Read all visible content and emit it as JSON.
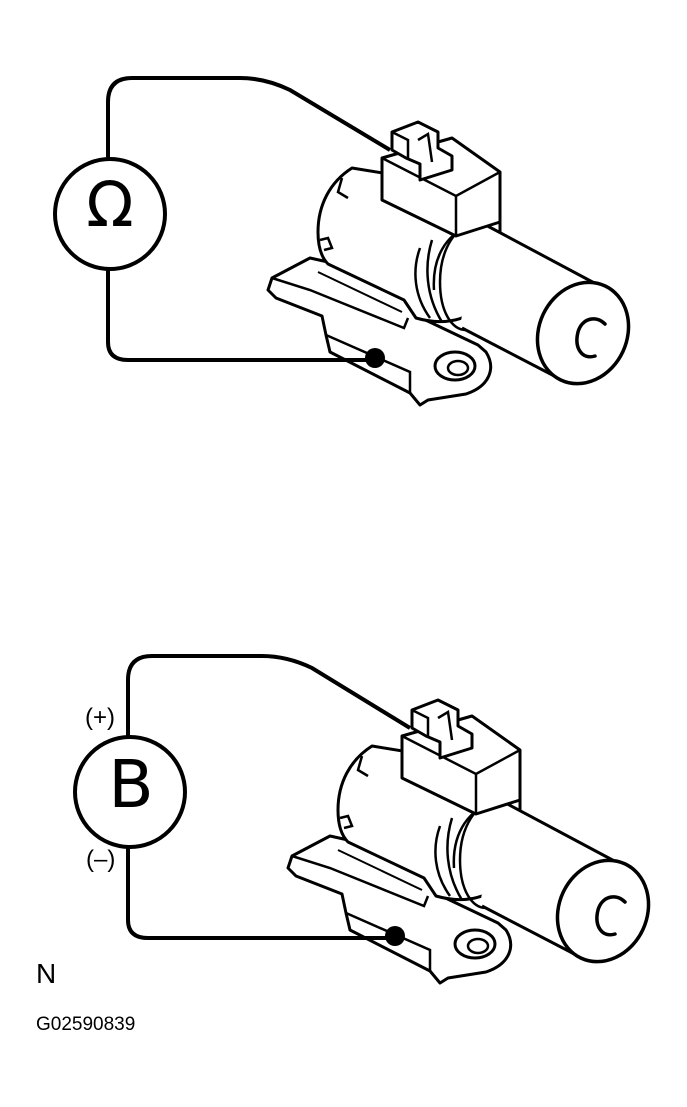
{
  "top_panel": {
    "meter_symbol": "Ω"
  },
  "bottom_panel": {
    "meter_symbol": "B",
    "plus_label": "(+)",
    "minus_label": "(–)"
  },
  "footer": {
    "view_letter": "N",
    "figure_code": "G02590839"
  },
  "colors": {
    "line": "#000000",
    "background": "#ffffff"
  }
}
